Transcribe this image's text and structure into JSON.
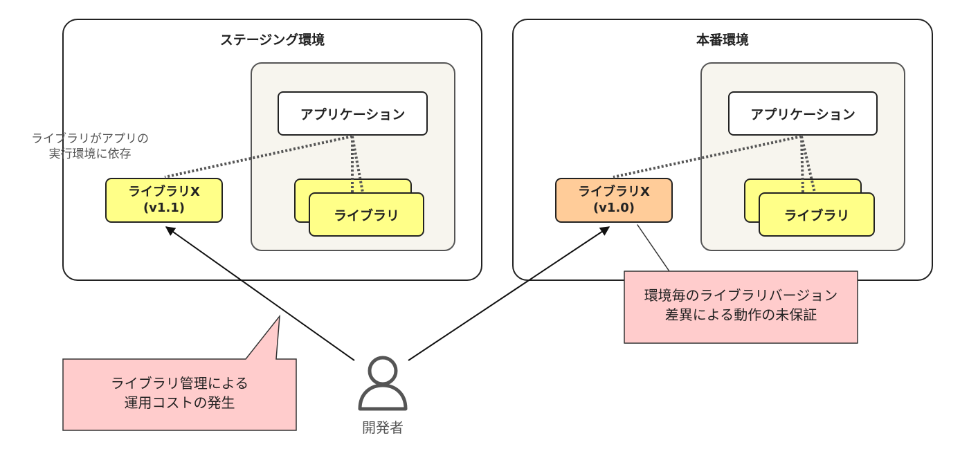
{
  "staging": {
    "title": "ステージング環境",
    "app_label": "アプリケーション",
    "lib_label": "ライブラリ",
    "libx_name": "ライブラリX",
    "libx_version": "(v1.1)",
    "libx_color": "#ffff88"
  },
  "production": {
    "title": "本番環境",
    "app_label": "アプリケーション",
    "lib_label": "ライブラリ",
    "libx_name": "ライブラリX",
    "libx_version": "(v1.0)",
    "libx_color": "#ffcc99"
  },
  "dependency_note": {
    "line1": "ライブラリがアプリの",
    "line2": "実行環境に依存"
  },
  "callout_cost": {
    "line1": "ライブラリ管理による",
    "line2": "運用コストの発生",
    "color": "#ffcccc"
  },
  "callout_version": {
    "line1": "環境毎のライブラリバージョン",
    "line2": "差異による動作の未保証",
    "color": "#ffcccc"
  },
  "developer": {
    "label": "開発者",
    "icon": "person-icon"
  }
}
